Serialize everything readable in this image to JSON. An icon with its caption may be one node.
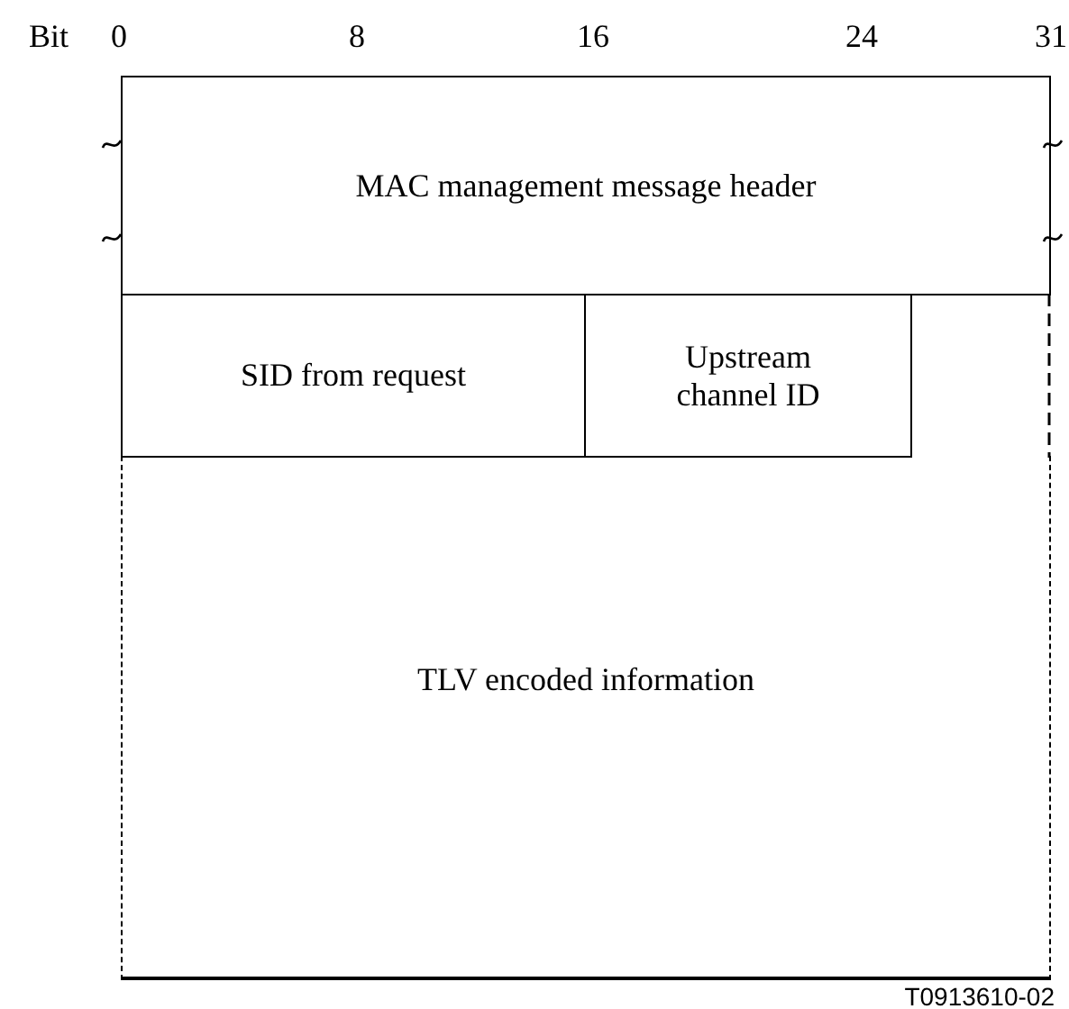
{
  "diagram": {
    "nodes": [
      {
        "text": [
          "MAC management message header"
        ]
      },
      {
        "text": [
          "SID from request"
        ]
      },
      {
        "text": [
          "Upstream channel ID"
        ]
      },
      {
        "text": [
          "TLV encoded information"
        ]
      }
    ],
    "labels": [
      "Bit",
      "0",
      "8",
      "16",
      "24",
      "31",
      "T0913610-02"
    ]
  }
}
